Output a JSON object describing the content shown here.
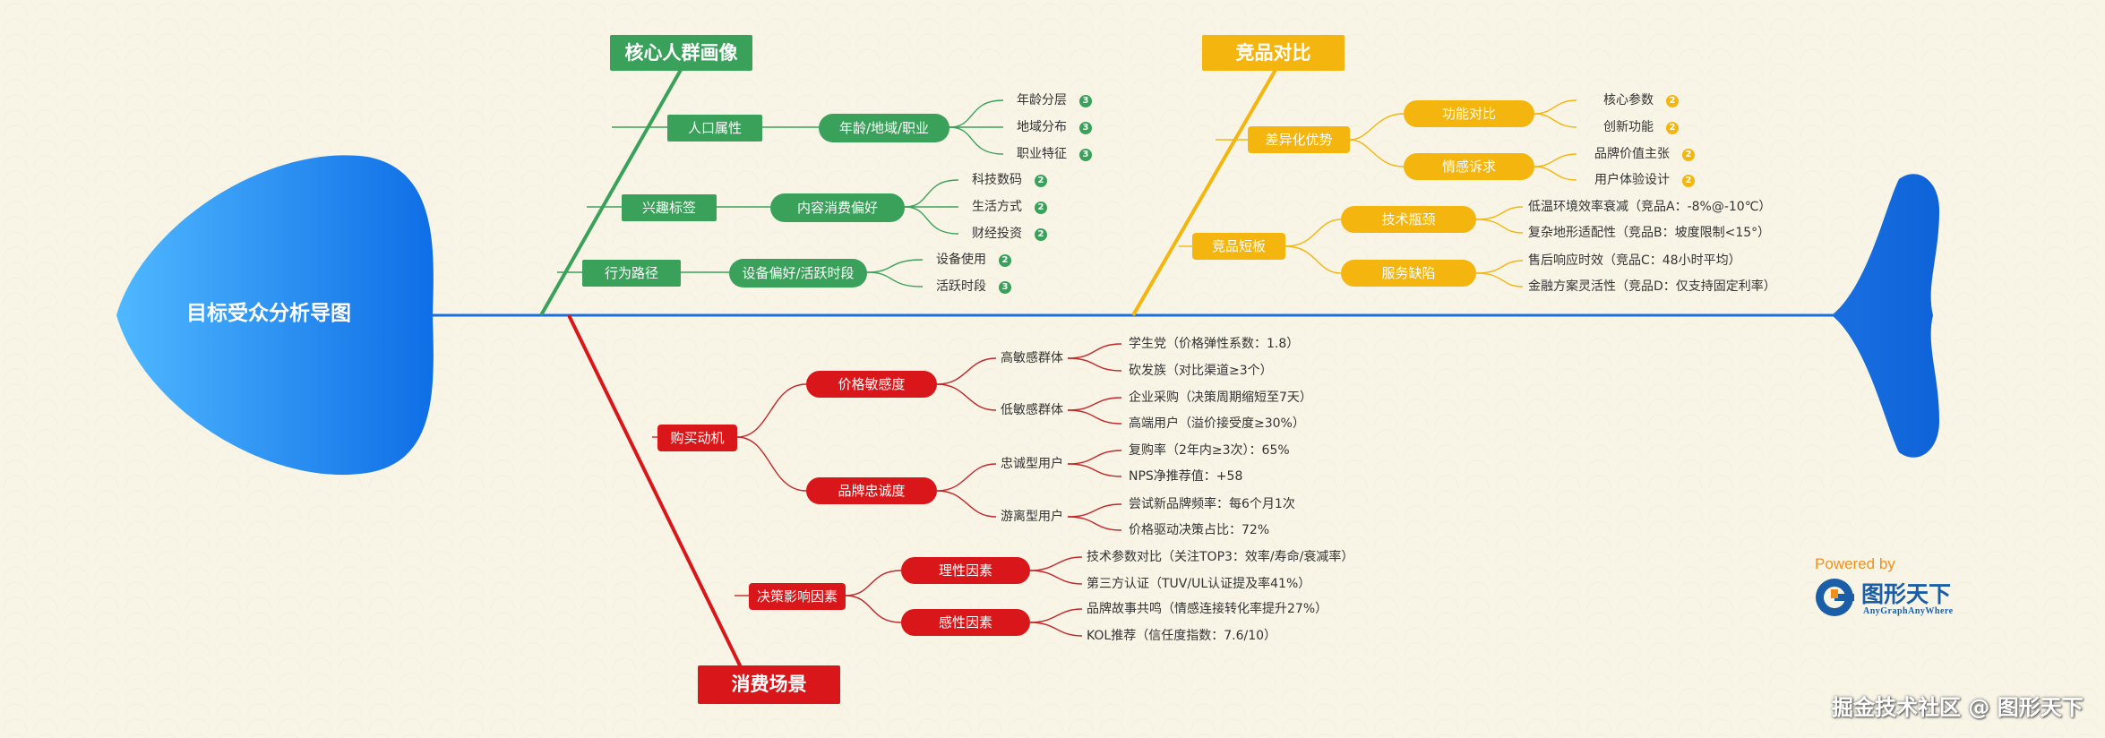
{
  "head": "目标受众分析导图",
  "categories": {
    "top_left": "核心人群画像",
    "top_right": "竞品对比",
    "bottom_left": "消费场景"
  },
  "core": {
    "b1": {
      "label": "人口属性",
      "sub": "年龄/地域/职业",
      "leaves": [
        {
          "text": "年龄分层",
          "badge": "3"
        },
        {
          "text": "地域分布",
          "badge": "3"
        },
        {
          "text": "职业特征",
          "badge": "3"
        }
      ]
    },
    "b2": {
      "label": "兴趣标签",
      "sub": "内容消费偏好",
      "leaves": [
        {
          "text": "科技数码",
          "badge": "2"
        },
        {
          "text": "生活方式",
          "badge": "2"
        },
        {
          "text": "财经投资",
          "badge": "2"
        }
      ]
    },
    "b3": {
      "label": "行为路径",
      "sub": "设备偏好/活跃时段",
      "leaves": [
        {
          "text": "设备使用",
          "badge": "2"
        },
        {
          "text": "活跃时段",
          "badge": "3"
        }
      ]
    }
  },
  "competitor": {
    "b1": {
      "label": "差异化优势",
      "s1": {
        "label": "功能对比",
        "leaves": [
          {
            "text": "核心参数",
            "badge": "2"
          },
          {
            "text": "创新功能",
            "badge": "2"
          }
        ]
      },
      "s2": {
        "label": "情感诉求",
        "leaves": [
          {
            "text": "品牌价值主张",
            "badge": "2"
          },
          {
            "text": "用户体验设计",
            "badge": "2"
          }
        ]
      }
    },
    "b2": {
      "label": "竞品短板",
      "s1": {
        "label": "技术瓶颈",
        "leaves": [
          {
            "text": "低温环境效率衰减（竞品A：-8%@-10℃）"
          },
          {
            "text": "复杂地形适配性（竞品B：坡度限制<15°）"
          }
        ]
      },
      "s2": {
        "label": "服务缺陷",
        "leaves": [
          {
            "text": "售后响应时效（竞品C：48小时平均）"
          },
          {
            "text": "金融方案灵活性（竞品D：仅支持固定利率）"
          }
        ]
      }
    }
  },
  "scene": {
    "b1": {
      "label": "购买动机",
      "s1": {
        "label": "价格敏感度",
        "t1": {
          "label": "高敏感群体",
          "leaves": [
            "学生党（价格弹性系数：1.8）",
            "砍发族（对比渠道≥3个）"
          ]
        },
        "t2": {
          "label": "低敏感群体",
          "leaves": [
            "企业采购（决策周期缩短至7天）",
            "高端用户（溢价接受度≥30%）"
          ]
        }
      },
      "s2": {
        "label": "品牌忠诚度",
        "t1": {
          "label": "忠诚型用户",
          "leaves": [
            "复购率（2年内≥3次）：65%",
            "NPS净推荐值：+58"
          ]
        },
        "t2": {
          "label": "游离型用户",
          "leaves": [
            "尝试新品牌频率：每6个月1次",
            "价格驱动决策占比：72%"
          ]
        }
      }
    },
    "b2": {
      "label": "决策影响因素",
      "s1": {
        "label": "理性因素",
        "leaves": [
          "技术参数对比（关注TOP3：效率/寿命/衰减率）",
          "第三方认证（TUV/UL认证提及率41%）"
        ]
      },
      "s2": {
        "label": "感性因素",
        "leaves": [
          "品牌故事共鸣（情感连接转化率提升27%）",
          "KOL推荐（信任度指数：7.6/10）"
        ]
      }
    }
  },
  "branding": {
    "powered": "Powered by",
    "logo_cn": "图形天下",
    "logo_en": "AnyGraphAnyWhere",
    "footer": "掘金技术社区 @ 图形天下"
  },
  "colors": {
    "spine": "#1a6fe0",
    "green": "#3aa15a",
    "yellow": "#f5b50f",
    "red": "#d91619",
    "head": "#1a7df0"
  }
}
